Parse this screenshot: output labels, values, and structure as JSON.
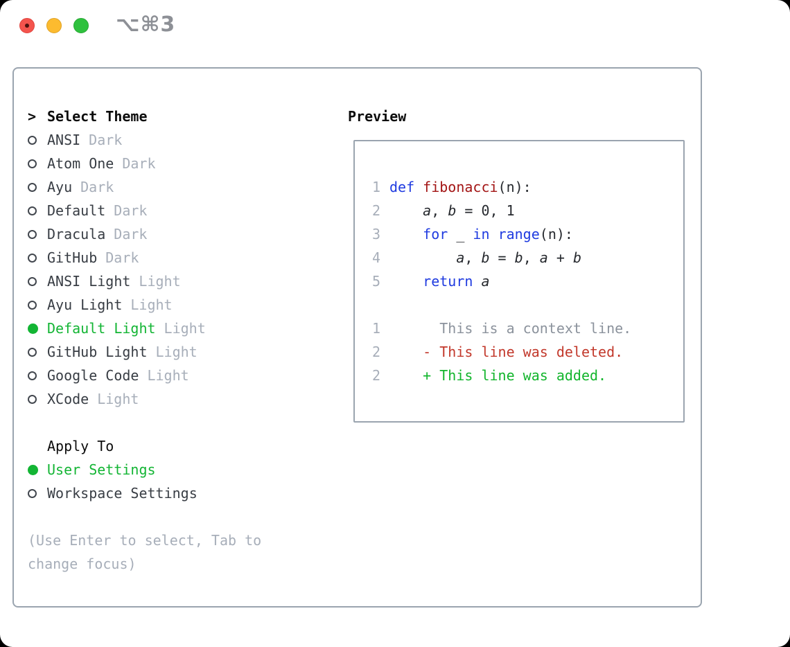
{
  "window": {
    "title": "⌥⌘3",
    "traffic_lights": [
      {
        "name": "close",
        "color": "#f4544d",
        "has_dot": true
      },
      {
        "name": "minimize",
        "color": "#fcbb2f",
        "has_dot": false
      },
      {
        "name": "zoom",
        "color": "#2fc13e",
        "has_dot": false
      }
    ]
  },
  "theme_picker": {
    "cursor": ">",
    "heading": "Select Theme",
    "items": [
      {
        "name": "ANSI",
        "variant": "Dark",
        "selected": false
      },
      {
        "name": "Atom One",
        "variant": "Dark",
        "selected": false
      },
      {
        "name": "Ayu",
        "variant": "Dark",
        "selected": false
      },
      {
        "name": "Default",
        "variant": "Dark",
        "selected": false
      },
      {
        "name": "Dracula",
        "variant": "Dark",
        "selected": false
      },
      {
        "name": "GitHub",
        "variant": "Dark",
        "selected": false
      },
      {
        "name": "ANSI Light",
        "variant": "Light",
        "selected": false
      },
      {
        "name": "Ayu Light",
        "variant": "Light",
        "selected": false
      },
      {
        "name": "Default Light",
        "variant": "Light",
        "selected": true
      },
      {
        "name": "GitHub Light",
        "variant": "Light",
        "selected": false
      },
      {
        "name": "Google Code",
        "variant": "Light",
        "selected": false
      },
      {
        "name": "XCode",
        "variant": "Light",
        "selected": false
      }
    ]
  },
  "apply_to": {
    "heading": "Apply To",
    "options": [
      {
        "label": "User Settings",
        "selected": true
      },
      {
        "label": "Workspace Settings",
        "selected": false
      }
    ]
  },
  "hint": "(Use Enter to select, Tab to change focus)",
  "preview": {
    "heading": "Preview",
    "lines": [
      {
        "num": "1",
        "segments": [
          {
            "t": "def",
            "c": "kw"
          },
          {
            "t": " ",
            "c": "pl"
          },
          {
            "t": "fibonacci",
            "c": "fn"
          },
          {
            "t": "(n):",
            "c": "pl"
          }
        ]
      },
      {
        "num": "2",
        "segments": [
          {
            "t": "    ",
            "c": "pl"
          },
          {
            "t": "a",
            "c": "var"
          },
          {
            "t": ", ",
            "c": "pl"
          },
          {
            "t": "b",
            "c": "var"
          },
          {
            "t": " = 0, 1",
            "c": "pl"
          }
        ]
      },
      {
        "num": "3",
        "segments": [
          {
            "t": "    ",
            "c": "pl"
          },
          {
            "t": "for",
            "c": "kw"
          },
          {
            "t": " _ ",
            "c": "pl"
          },
          {
            "t": "in",
            "c": "kw"
          },
          {
            "t": " ",
            "c": "pl"
          },
          {
            "t": "range",
            "c": "kw"
          },
          {
            "t": "(n):",
            "c": "pl"
          }
        ]
      },
      {
        "num": "4",
        "segments": [
          {
            "t": "        ",
            "c": "pl"
          },
          {
            "t": "a",
            "c": "var"
          },
          {
            "t": ", ",
            "c": "pl"
          },
          {
            "t": "b",
            "c": "var"
          },
          {
            "t": " = ",
            "c": "pl"
          },
          {
            "t": "b",
            "c": "var"
          },
          {
            "t": ", ",
            "c": "pl"
          },
          {
            "t": "a",
            "c": "var"
          },
          {
            "t": " + ",
            "c": "pl"
          },
          {
            "t": "b",
            "c": "var"
          }
        ]
      },
      {
        "num": "5",
        "segments": [
          {
            "t": "    ",
            "c": "pl"
          },
          {
            "t": "return",
            "c": "kw"
          },
          {
            "t": " ",
            "c": "pl"
          },
          {
            "t": "a",
            "c": "var"
          }
        ]
      },
      {
        "blank": true
      },
      {
        "num": "1",
        "segments": [
          {
            "t": "      This is a context line.",
            "c": "ctx"
          }
        ]
      },
      {
        "num": "2",
        "segments": [
          {
            "t": "    ",
            "c": "pl"
          },
          {
            "t": "- This line was deleted.",
            "c": "del"
          }
        ]
      },
      {
        "num": "2",
        "segments": [
          {
            "t": "    ",
            "c": "pl"
          },
          {
            "t": "+ This line was added.",
            "c": "add"
          }
        ]
      }
    ]
  },
  "colors": {
    "accent_green": "#13b534",
    "keyword_blue": "#1f3be0",
    "function_red": "#a31515",
    "deleted_red": "#c2382b",
    "added_green": "#12b52c",
    "context_gray": "#8b929c",
    "muted_gray": "#a7aeb9",
    "border_gray": "#9aa4af"
  }
}
